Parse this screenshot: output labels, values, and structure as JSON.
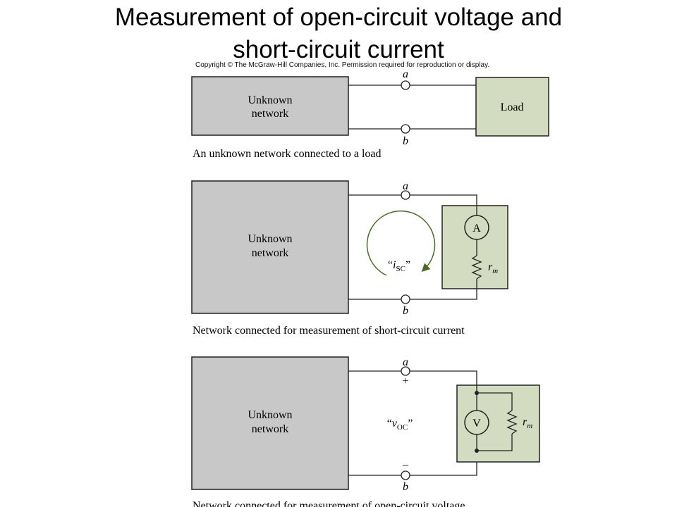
{
  "title": {
    "line1": "Measurement of open-circuit voltage and",
    "line2": "short-circuit current"
  },
  "copyright": "Copyright © The McGraw-Hill Companies, Inc. Permission required for reproduction or display.",
  "diagram1": {
    "box_label_line1": "Unknown",
    "box_label_line2": "network",
    "load_label": "Load",
    "terminal_a": "a",
    "terminal_b": "b",
    "caption": "An unknown network connected to a load"
  },
  "diagram2": {
    "box_label_line1": "Unknown",
    "box_label_line2": "network",
    "meter_label": "A",
    "resistor_label": "r",
    "resistor_sub": "m",
    "current_label": "i",
    "current_sub": "SC",
    "terminal_a": "a",
    "terminal_b": "b",
    "caption": "Network connected for measurement of short-circuit current"
  },
  "diagram3": {
    "box_label_line1": "Unknown",
    "box_label_line2": "network",
    "meter_label": "V",
    "resistor_label": "r",
    "resistor_sub": "m",
    "voltage_label": "v",
    "voltage_sub": "OC",
    "plus_sign": "+",
    "minus_sign": "–",
    "terminal_a": "a",
    "terminal_b": "b",
    "caption": "Network connected for measurement of open-circuit voltage"
  },
  "colors": {
    "network_fill": "#c8c8c8",
    "meter_fill": "#d3dcc1",
    "arrow_stroke": "#4b6a2a",
    "wire": "#222222"
  }
}
